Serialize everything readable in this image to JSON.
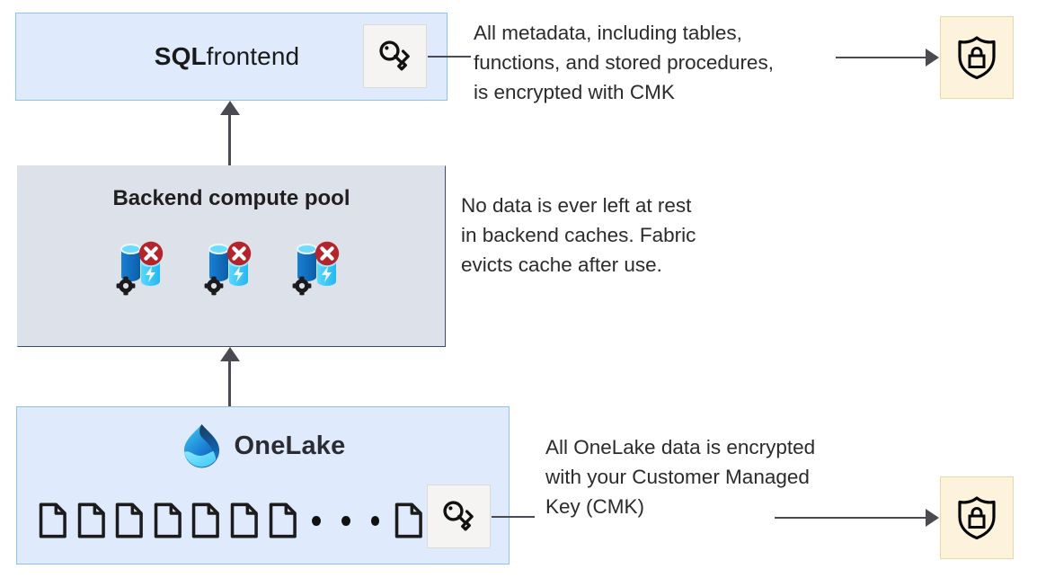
{
  "diagram": {
    "title": "Microsoft Fabric CMK encryption architecture",
    "colors": {
      "blue_box_fill": "#dfeafc",
      "blue_box_border": "#8fc2ef",
      "gray_box_fill": "#dde1e9",
      "gray_box_border": "#3f4a6b",
      "cream_box_fill": "#fdf3dd",
      "cream_box_border": "#e8d8a8",
      "chip_fill": "#f6f4f2",
      "connector": "#4a4a52",
      "text": "#2b2b2b",
      "cache_red": "#b3252b",
      "cache_blue_dark": "#0f6cbd",
      "cache_blue_light": "#50d0ff"
    }
  },
  "sql_frontend": {
    "title_bold": "SQL",
    "title_regular": " frontend",
    "key_icon_name": "key-icon"
  },
  "backend_pool": {
    "title": "Backend compute pool",
    "cache_count": 3,
    "cache_icon_name": "cache-evicted-icon"
  },
  "onelake": {
    "brand": "OneLake",
    "logo_icon_name": "onelake-logo-icon",
    "file_count_before_ellipsis": 7,
    "ellipsis_dots": 3,
    "file_count_after_ellipsis": 1,
    "key_icon_name": "key-icon"
  },
  "annotations": {
    "metadata_cmk": "All metadata, including tables,\nfunctions, and stored procedures,\nis encrypted with CMK",
    "no_data_at_rest": "No data is ever left at rest\nin backend caches. Fabric\nevicts cache after use.",
    "onelake_cmk": "All OneLake data is encrypted\nwith your Customer Managed\nKey (CMK)"
  },
  "vaults": {
    "top": {
      "icon_name": "shield-lock-icon"
    },
    "bottom": {
      "icon_name": "shield-lock-icon"
    }
  }
}
